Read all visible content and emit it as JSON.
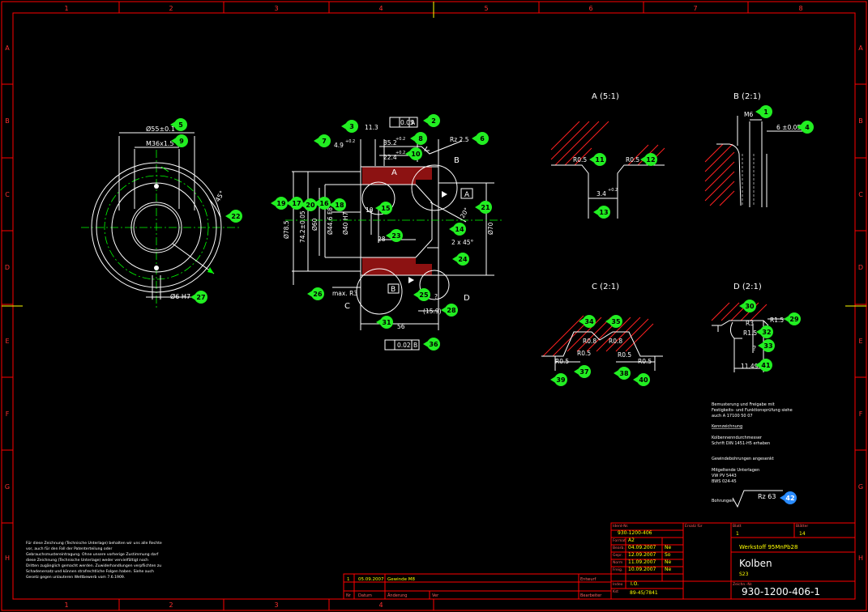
{
  "colors": {
    "background": "#000000",
    "frame": "#ff0000",
    "geometry": "#ffffff",
    "dimension": "#ffffff",
    "centerline": "#00ff00",
    "hatch": "#ff2020",
    "balloon": "#22ee22",
    "balloon_highlight": "#2a8cff",
    "title_text": "#ffff00",
    "grid_label": "#ff3030"
  },
  "grid": {
    "columns": [
      "1",
      "2",
      "3",
      "4",
      "5",
      "6",
      "7",
      "8"
    ],
    "rows": [
      "A",
      "B",
      "C",
      "D",
      "E",
      "F",
      "G",
      "H"
    ]
  },
  "views": {
    "detail_a": "A  (5:1)",
    "detail_b": "B  (2:1)",
    "detail_c": "C  (2:1)",
    "detail_d": "D  (2:1)"
  },
  "section_letters": [
    "A",
    "B",
    "C",
    "D"
  ],
  "datum_labels": {
    "a": "A",
    "b": "B"
  },
  "dimensions": {
    "front_dia55": "Ø55±0.1",
    "front_thread": "M36x1.5",
    "front_angle": "45°",
    "front_hole": "Ø6 H7",
    "sec_11_3": "11.3",
    "sec_4_9": "4.9",
    "sec_4_9_tol": "+0.2",
    "sec_35_2": "35.2",
    "sec_35_2_tol": "+0.2",
    "sec_22_4": "22.4",
    "sec_22_4_tol": "+0.2",
    "sec_flat": "0.05",
    "sec_flat_ref": "A",
    "sec_rz": "Rz 2.5",
    "sec_78_5": "Ø78.5",
    "sec_74_2": "74.2±0.05",
    "sec_60": "Ø60",
    "sec_44_6": "Ø44.6 F8",
    "sec_40_h7": "Ø40 H7",
    "sec_10": "10",
    "sec_28": "28",
    "sec_70": "Ø70",
    "sec_20deg": "20°",
    "sec_chamfer": "2 x 45°",
    "sec_r3": "max. R3",
    "sec_q": "?",
    "sec_15_9": "(15.9)",
    "sec_56": "56",
    "sec_par": "0.02",
    "sec_par_ref": "B",
    "a_r05_left": "R0.5",
    "a_r05_right": "R0.5",
    "a_3_4": "3.4",
    "a_3_4_tol": "+0.2",
    "b_m6": "M6",
    "b_6": "6 ±0.05",
    "c_r08_a": "R0.8",
    "c_r08_b": "R0.8",
    "c_r05_a": "R0.5",
    "c_r05_b": "R0.5",
    "c_r05_c": "R0.5",
    "c_r05_d": "R0.5",
    "d_r15_top": "R1.5",
    "d_r3": "R3",
    "d_r15_mid": "R1.5",
    "d_q": "?",
    "d_11_49": "11.49"
  },
  "balloons": [
    "1",
    "2",
    "3",
    "4",
    "5",
    "6",
    "7",
    "8",
    "9",
    "10",
    "11",
    "12",
    "13",
    "14",
    "15",
    "16",
    "17",
    "18",
    "19",
    "20",
    "21",
    "22",
    "23",
    "24",
    "25",
    "26",
    "27",
    "28",
    "29",
    "30",
    "31",
    "32",
    "33",
    "34",
    "35",
    "36",
    "37",
    "38",
    "39",
    "40",
    "41",
    "42"
  ],
  "notes_right": [
    "Bemusterung und Freigabe mit",
    "Festigkeits- und Funktionsprüfung siehe",
    "auch A 17100 50 07",
    "Kennzeichnung",
    "Kolbennenndurchmesser",
    "Schrift DIN 1451-H5 erhaben",
    "Gewindebohrungen angesenkt",
    "Mitgeltende Unterlagen",
    "VW PV 5443",
    "BWS 024-45",
    "Bohrungen"
  ],
  "surface_symbol": "Rz 63",
  "notes_left": [
    "Für diese Zeichnung (Technische Unterlage) behalten wir uns alle Rechte",
    "vor, auch für den Fall der Patenterteilung oder",
    "Gebrauchsmustereintragung. Ohne unsere vorherige Zustimmung darf",
    "diese Zeichnung (Technische Unterlage) weder vervielfältigt noch",
    "Dritten zugänglich gemacht werden. Zuwiderhandlungen verpflichten zu",
    "Schadenersatz und können strafrechtliche Folgen haben. Siehe auch",
    "Gesetz gegen unlauteren Wettbewerb vom 7.6.1909."
  ],
  "revision": {
    "index": "1",
    "date": "05.09.2007",
    "text": "Gewinde M8",
    "hdr_nr": "Nr",
    "hdr_datum": "Datum",
    "hdr_aenderung": "Änderung",
    "hdr_ver": "Ver",
    "lbl_entwurf": "Entwurf",
    "lbl_bearbeiter": "Bearbeiter"
  },
  "title_block": {
    "lbl_ident": "Ident-Nr.",
    "ident": "930-1200-406",
    "lbl_format": "Format",
    "format": "A2",
    "lbl_ersatz": "Ersatz für",
    "lbl_bearb": "Bearb.",
    "bearb_date": "04.09.2007",
    "bearb_name": "Ne",
    "lbl_gepr": "Gepr.",
    "gepr_date": "12.09.2007",
    "gepr_name": "So",
    "lbl_norm": "Norm",
    "norm_date": "11.09.2007",
    "norm_name": "Ne",
    "lbl_freig": "Freig.",
    "freig_date": "10.09.2007",
    "freig_name": "Ne",
    "lbl_index": "Index",
    "index": "I.O.",
    "lbl_kst": "Kst",
    "kst": "89-45/7841",
    "lbl_blatt": "Blatt",
    "blatt": "1",
    "lbl_blaetter": "Blätter",
    "blaetter": "14",
    "werkstoff": "Werkstoff  95MnPb28",
    "benennung": "Kolben",
    "sub": "S23",
    "lbl_zeichnung": "Zeichn.-Nr.",
    "drawing_no": "930-1200-406-1"
  }
}
